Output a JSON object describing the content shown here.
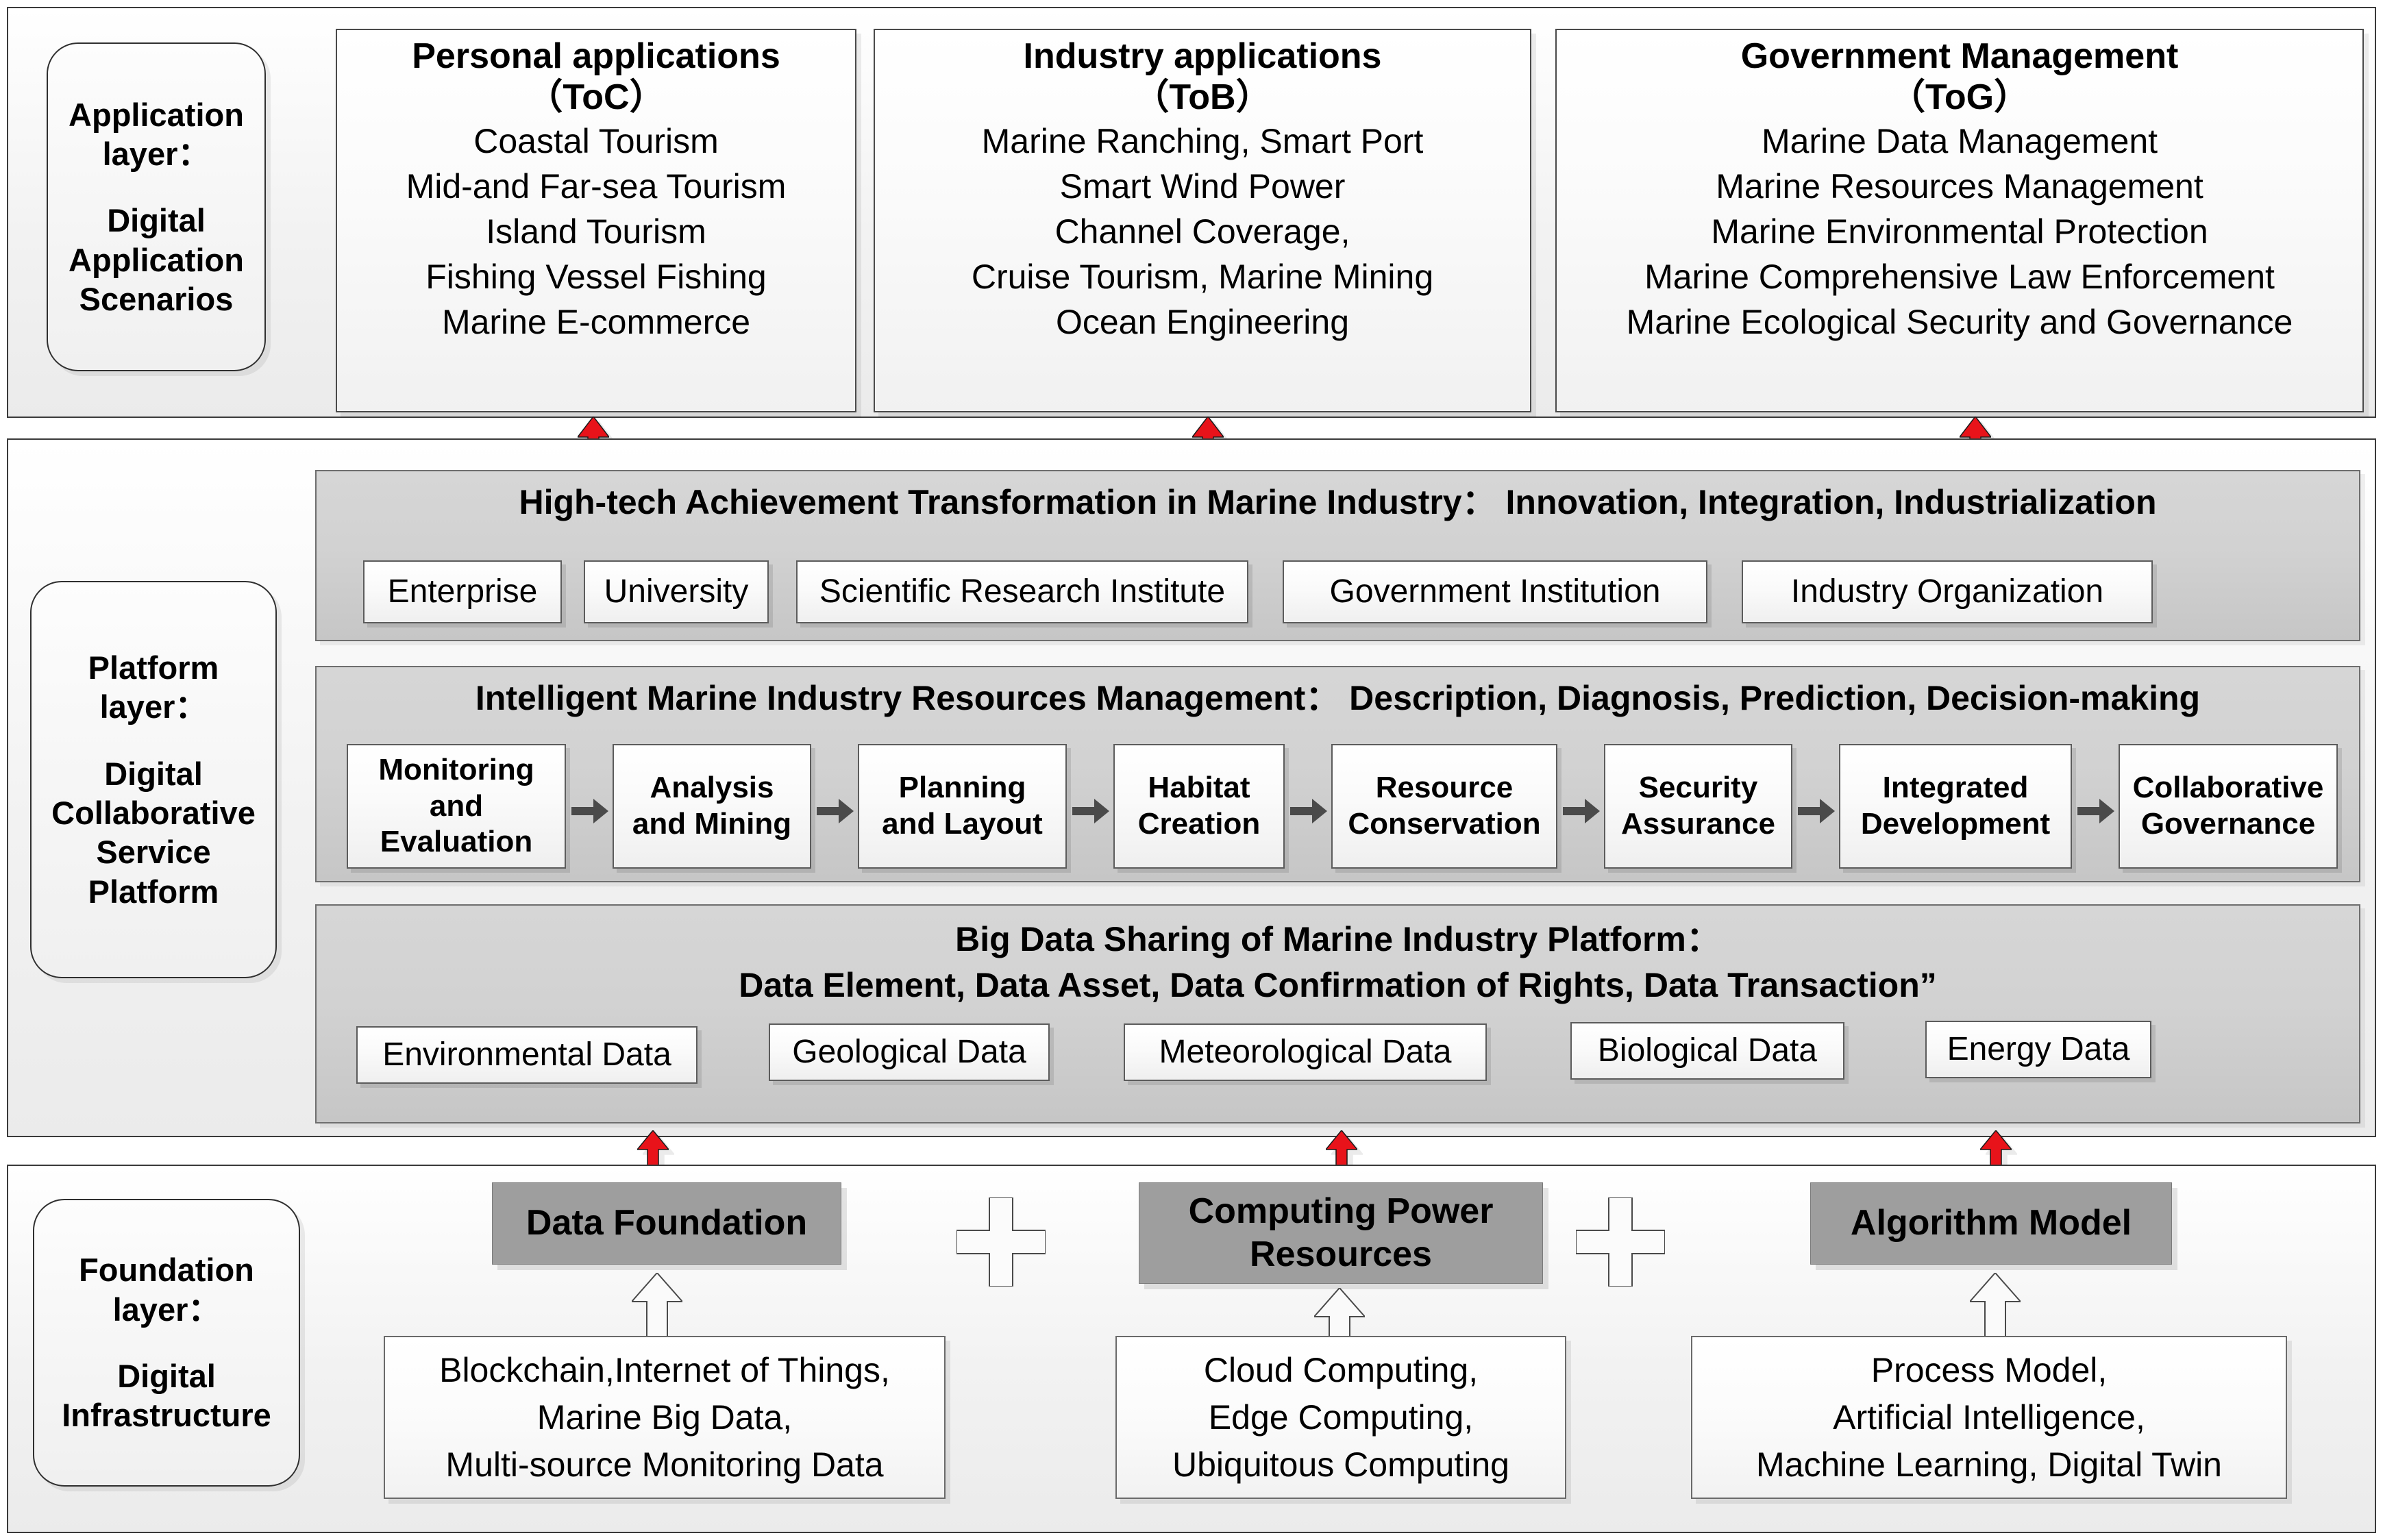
{
  "layers": {
    "application": {
      "chip_line1": "Application",
      "chip_line2": "layer：",
      "chip_line3": "Digital",
      "chip_line4": "Application",
      "chip_line5": "Scenarios",
      "columns": [
        {
          "title": "Personal applications",
          "subtitle": "（ToC）",
          "items": [
            "Coastal Tourism",
            "Mid-and Far-sea Tourism",
            "Island Tourism",
            "Fishing Vessel Fishing",
            "Marine E-commerce"
          ]
        },
        {
          "title": "Industry applications",
          "subtitle": "（ToB）",
          "items": [
            "Marine Ranching, Smart Port",
            "Smart Wind Power",
            "Channel Coverage,",
            "Cruise Tourism, Marine Mining",
            "Ocean Engineering"
          ]
        },
        {
          "title": "Government Management",
          "subtitle": "（ToG）",
          "items": [
            "Marine Data Management",
            "Marine Resources Management",
            "Marine Environmental Protection",
            "Marine Comprehensive Law Enforcement",
            "Marine Ecological Security and Governance"
          ]
        }
      ]
    },
    "platform": {
      "chip_line1": "Platform",
      "chip_line2": "layer：",
      "chip_line3": "Digital",
      "chip_line4": "Collaborative",
      "chip_line5": "Service",
      "chip_line6": "Platform",
      "hightech": {
        "heading": "High-tech Achievement Transformation in Marine Industry： Innovation, Integration, Industrialization",
        "nodes": [
          "Enterprise",
          "University",
          "Scientific Research Institute",
          "Government Institution",
          "Industry Organization"
        ]
      },
      "resources": {
        "heading": "Intelligent Marine Industry Resources Management： Description, Diagnosis, Prediction, Decision-making",
        "steps": [
          "Monitoring\nand Evaluation",
          "Analysis\nand Mining",
          "Planning\nand Layout",
          "Habitat\nCreation",
          "Resource\nConservation",
          "Security\nAssurance",
          "Integrated\nDevelopment",
          "Collaborative\nGovernance"
        ]
      },
      "bigdata": {
        "heading_line1": "Big Data Sharing of Marine Industry Platform：",
        "heading_line2": "Data Element, Data Asset, Data Confirmation of Rights, Data Transaction”",
        "nodes": [
          "Environmental Data",
          "Geological Data",
          "Meteorological Data",
          "Biological Data",
          "Energy Data"
        ]
      }
    },
    "foundation": {
      "chip_line1": "Foundation",
      "chip_line2": "layer：",
      "chip_line3": "Digital",
      "chip_line4": "Infrastructure",
      "pillars": [
        {
          "head": "Data Foundation",
          "body": [
            "Blockchain,Internet of Things,",
            "Marine Big Data,",
            "Multi-source Monitoring Data"
          ]
        },
        {
          "head": "Computing Power\nResources",
          "body": [
            "Cloud Computing,",
            "Edge Computing,",
            "Ubiquitous Computing"
          ]
        },
        {
          "head": "Algorithm Model",
          "body": [
            "Process Model,",
            "Artificial Intelligence,",
            "Machine Learning, Digital Twin"
          ]
        }
      ],
      "connector_symbol": "+"
    }
  },
  "colors": {
    "arrow_red": "#e8131a",
    "panel_grey": "#d2d2d2",
    "head_grey": "#9e9e9e",
    "flow_arrow_grey": "#4a4a4a",
    "border": "#3a3a3a"
  }
}
